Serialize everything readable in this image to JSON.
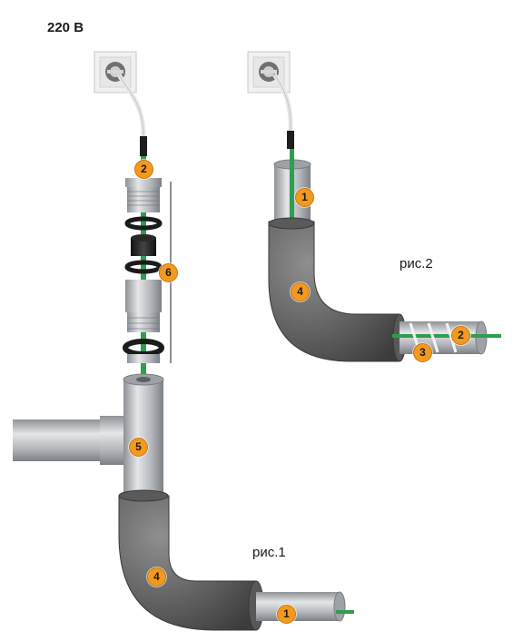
{
  "voltage_label": "220 В",
  "figure_captions": {
    "fig1": "рис.1",
    "fig2": "рис.2"
  },
  "callouts": {
    "fig1_cable_top": "2",
    "fig1_gland_assembly": "6",
    "fig1_tee_fitting": "5",
    "fig1_insulation": "4",
    "fig1_pipe_end": "1",
    "fig2_pipe_inner": "1",
    "fig2_insulation": "4",
    "fig2_cable_end": "2",
    "fig2_spiral": "3"
  },
  "colors": {
    "callout_fill": "#f39a1e",
    "heating_cable": "#2e9e4f",
    "insulation": "#6b6b6b",
    "steel": "#b9bcbf"
  }
}
